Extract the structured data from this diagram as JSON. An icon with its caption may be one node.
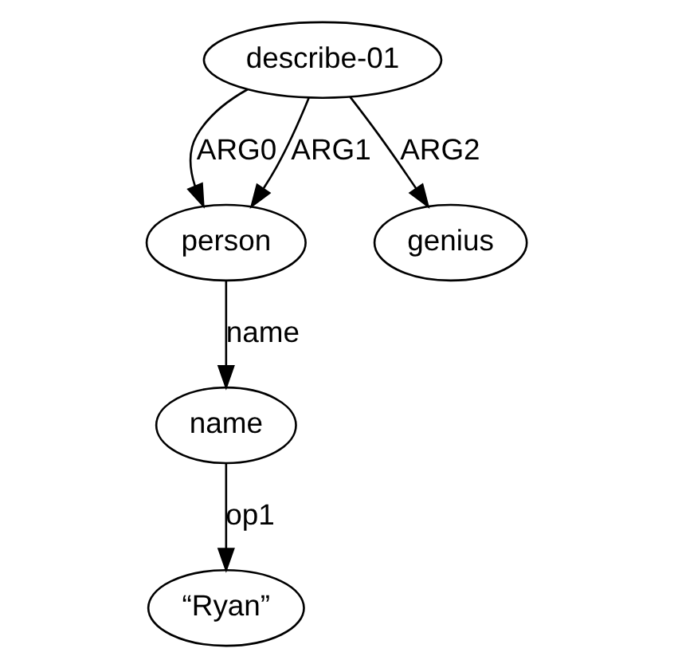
{
  "diagram": {
    "nodes": [
      {
        "text": [
          "describe-01"
        ]
      },
      {
        "text": [
          "person"
        ]
      },
      {
        "text": [
          "name"
        ]
      },
      {
        "text": [
          "“Ryan”"
        ]
      },
      {
        "text": [
          "genius"
        ]
      }
    ],
    "edges": [
      {
        "from": 0,
        "to": 1,
        "arrow": "to",
        "label": "ARG0"
      },
      {
        "from": 0,
        "to": 1,
        "arrow": "to",
        "label": "ARG1"
      },
      {
        "from": 1,
        "to": 2,
        "arrow": "to",
        "label": "name"
      },
      {
        "from": 2,
        "to": 3,
        "arrow": "to",
        "label": "op1"
      },
      {
        "from": 0,
        "to": 4,
        "arrow": "to",
        "label": "ARG2"
      }
    ]
  }
}
